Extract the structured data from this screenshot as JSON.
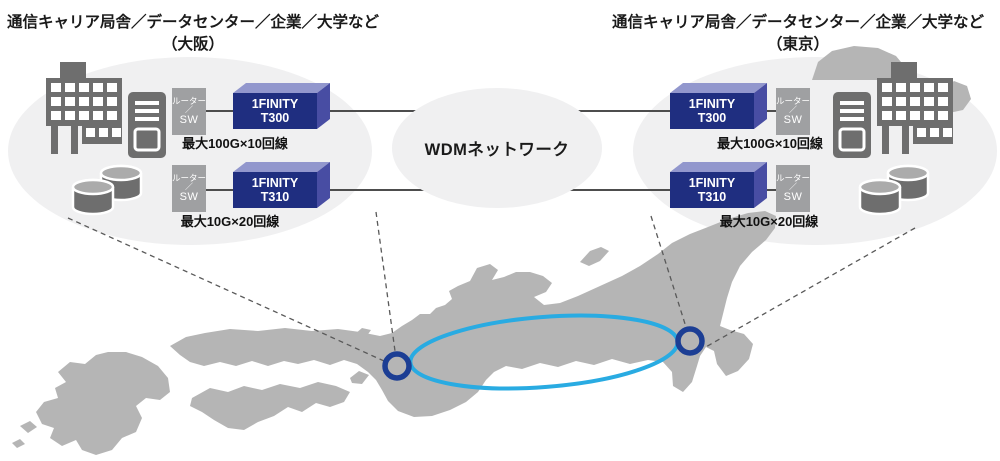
{
  "diagram": {
    "left_site": {
      "title": "通信キャリア局舎／データセンター／企業／大学など",
      "location": "（大阪）"
    },
    "right_site": {
      "title": "通信キャリア局舎／データセンター／企業／大学など",
      "location": "（東京）"
    },
    "wdm_label": "WDMネットワーク",
    "router_sw": {
      "line1": "ルーター",
      "slash": "／",
      "line2": "SW"
    },
    "t300": {
      "brand": "1FINITY",
      "model": "T300",
      "capacity": "最大100G×10回線"
    },
    "t310": {
      "brand": "1FINITY",
      "model": "T310",
      "capacity": "最大10G×20回線"
    },
    "icons": {
      "site": [
        "office-building-icon",
        "server-icon",
        "database-icon"
      ],
      "map": [
        "japan-map",
        "osaka-marker",
        "tokyo-marker",
        "link-loop"
      ]
    },
    "colors": {
      "accent_cyan": "#29abe2",
      "marker_navy": "#1c3e94",
      "map_gray": "#b5b5b5",
      "cloud_gray": "#f0f0f1",
      "finity_front": "#1f2e80",
      "finity_top": "#9297cd",
      "finity_side": "#484da3",
      "router_gray": "#9fa0a2",
      "icon_gray": "#6e6e6e",
      "line_gray": "#4d4d4d"
    }
  }
}
